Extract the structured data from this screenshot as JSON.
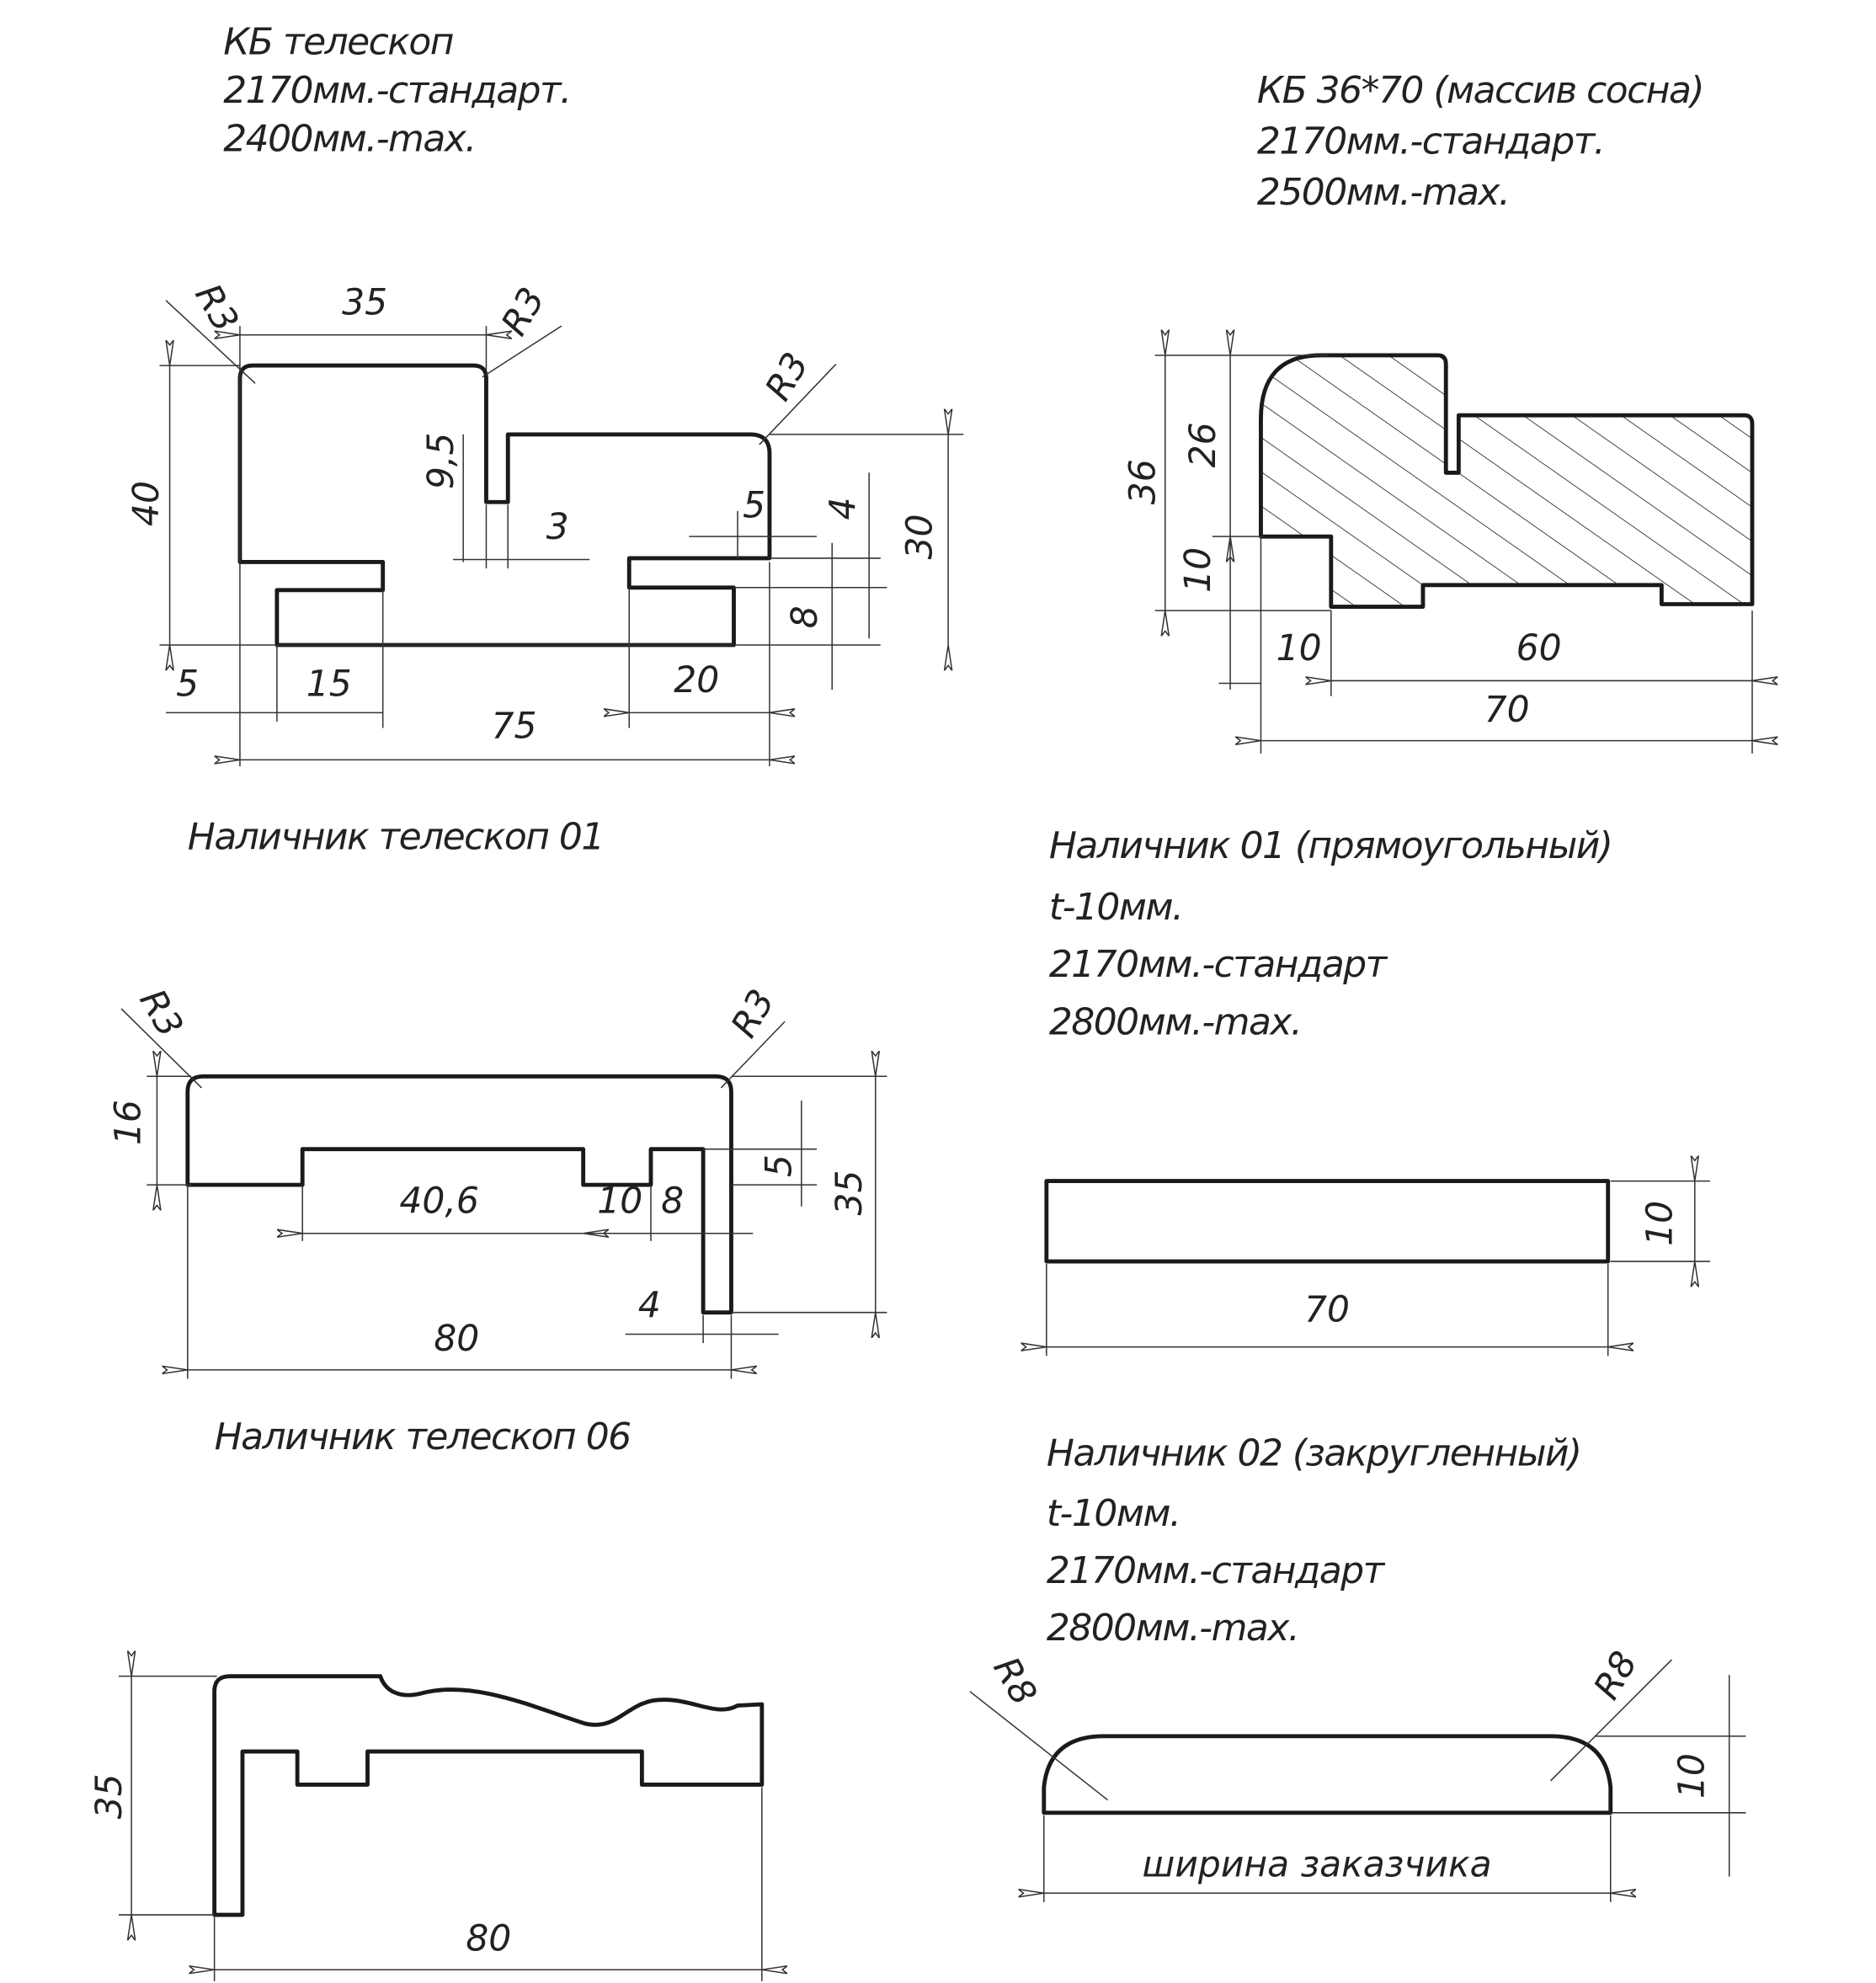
{
  "profile_kb_telescope": {
    "title": [
      "КБ телескоп",
      "2170мм.-стандарт.",
      "2400мм.-max."
    ],
    "dims": {
      "r1": "R3",
      "r2": "R3",
      "r3": "R3",
      "w35": "35",
      "h40": "40",
      "h9_5": "9,5",
      "w3": "3",
      "w5a": "5",
      "h4": "4",
      "h30": "30",
      "h8": "8",
      "w5": "5",
      "w15": "15",
      "w20": "20",
      "w75": "75"
    }
  },
  "profile_kb_36x70": {
    "title": [
      "КБ 36*70 (массив сосна)",
      "2170мм.-стандарт.",
      "2500мм.-max."
    ],
    "dims": {
      "h36": "36",
      "h26": "26",
      "h10": "10",
      "w10": "10",
      "w60": "60",
      "w70": "70"
    }
  },
  "profile_nalichnik_telescope_01": {
    "title": "Наличник телескоп 01",
    "dims": {
      "r1": "R3",
      "r2": "R3",
      "h16": "16",
      "w40_6": "40,6",
      "w10": "10",
      "w8": "8",
      "h5": "5",
      "h35": "35",
      "w4": "4",
      "w80": "80"
    }
  },
  "profile_nalichnik_01": {
    "title": [
      "Наличник 01 (прямоугольный)",
      "t-10мм.",
      "2170мм.-стандарт",
      "2800мм.-max."
    ],
    "dims": {
      "h10": "10",
      "w70": "70"
    }
  },
  "profile_nalichnik_telescope_06": {
    "title": "Наличник телескоп 06",
    "dims": {
      "h35": "35",
      "w80": "80"
    }
  },
  "profile_nalichnik_02": {
    "title": [
      "Наличник 02 (закругленный)",
      "t-10мм.",
      "2170мм.-стандарт",
      "2800мм.-max."
    ],
    "dims": {
      "r1": "R8",
      "r2": "R8",
      "h10": "10",
      "width": "ширина заказчика"
    }
  }
}
